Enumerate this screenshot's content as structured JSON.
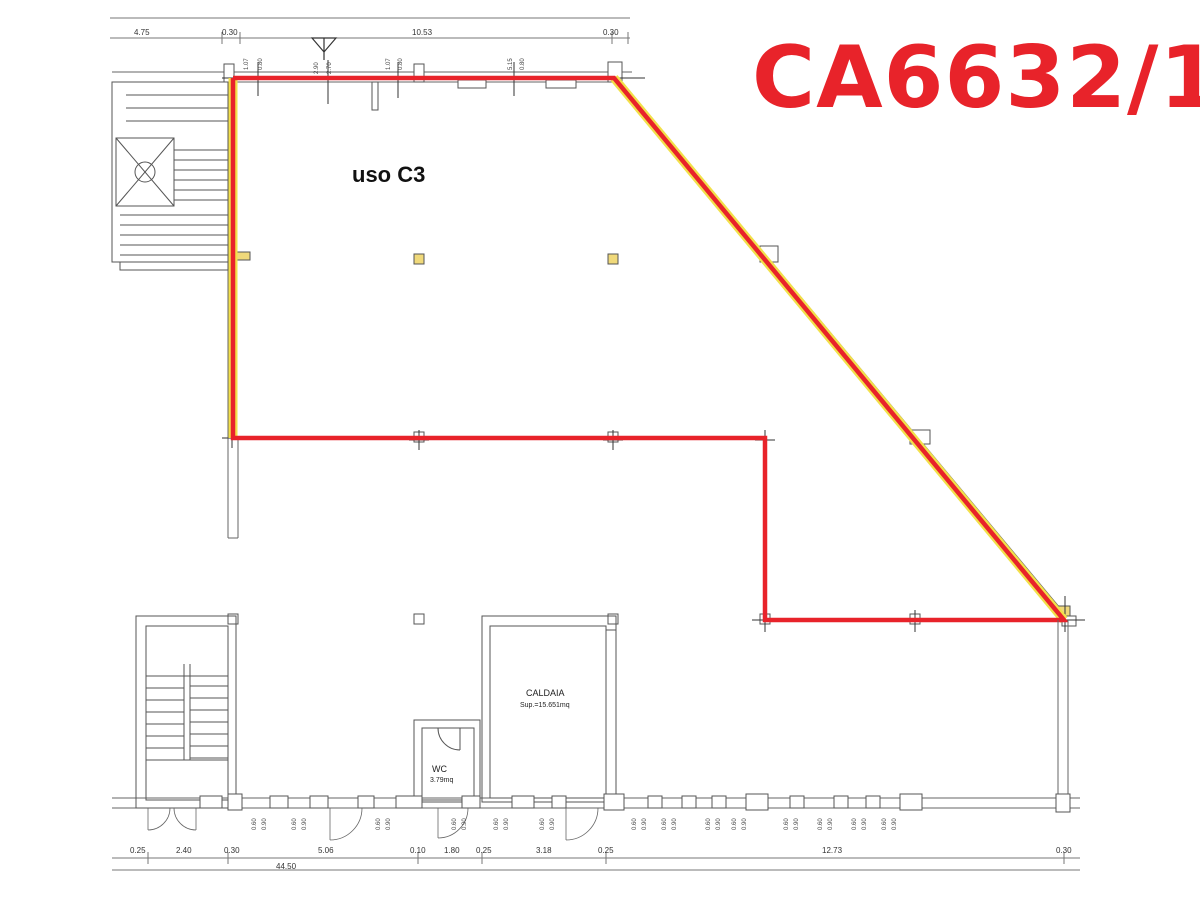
{
  "code": "CA6632/1",
  "use_label": "uso C3",
  "rooms": {
    "caldaia": {
      "name": "CALDAIA",
      "area": "Sup.=15.651mq"
    },
    "wc": {
      "name": "WC",
      "area": "3.79mq"
    }
  },
  "colors": {
    "perimeter": "#e8232a",
    "perimeter_fill_edge": "#f2e04a",
    "walls": "#555555",
    "code_text": "#e8232a"
  },
  "top_dims": [
    "4.75",
    "0.30",
    "10.53",
    "0.30"
  ],
  "top_small_dims": [
    "1.07",
    "0.80",
    "2.90",
    "2.70",
    "1.07",
    "0.80",
    "5.15",
    "0.80"
  ],
  "bottom_dims": [
    "0.25",
    "2.40",
    "0.30",
    "5.06",
    "0.10",
    "1.80",
    "0.25",
    "3.18",
    "0.25",
    "12.73",
    "0.30"
  ],
  "bottom_total": "44.50",
  "window_dims": [
    "0.60",
    "0.90"
  ]
}
